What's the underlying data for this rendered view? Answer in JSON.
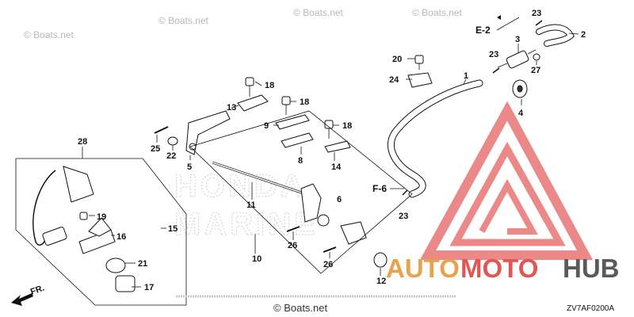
{
  "watermark": {
    "site": "© Boats.net",
    "site_bottom": "© Boats.net",
    "honda_line1": "HONDA",
    "honda_line2": "MARINE",
    "brand_auto": "AUTO",
    "brand_moto": "MOTO",
    "brand_hub": "HUB"
  },
  "diagram_code": "ZV7AF0200A",
  "references": {
    "e2": "E-2",
    "f6": "F-6"
  },
  "callouts": {
    "c1": "1",
    "c2": "2",
    "c3": "3",
    "c4": "4",
    "c5": "5",
    "c6": "6",
    "c8": "8",
    "c9": "9",
    "c10": "10",
    "c11": "11",
    "c12": "12",
    "c13": "13",
    "c14": "14",
    "c15": "15",
    "c16": "16",
    "c17": "17",
    "c18a": "18",
    "c18b": "18",
    "c18c": "18",
    "c19": "19",
    "c20": "20",
    "c21": "21",
    "c22": "22",
    "c23a": "23",
    "c23b": "23",
    "c23c": "23",
    "c24": "24",
    "c25": "25",
    "c26a": "26",
    "c26b": "26",
    "c27": "27",
    "c28": "28"
  },
  "front_arrow": "FR.",
  "colors": {
    "logo_red": "#e25555",
    "logo_orange": "#e8a24c",
    "logo_gray": "#5a5a5a",
    "watermark_gray": "#b8b8b8"
  }
}
